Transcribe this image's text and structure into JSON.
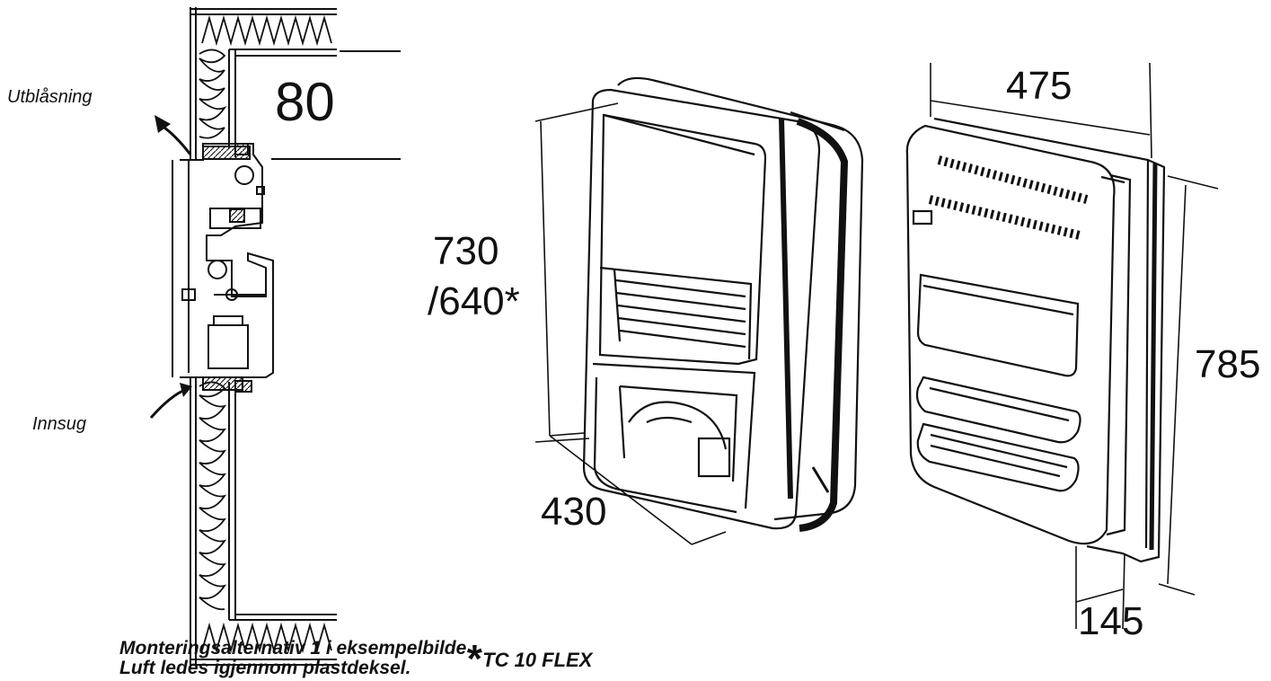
{
  "labels": {
    "outlet": "Utblåsning",
    "inlet": "Innsug",
    "wall_thickness": "80"
  },
  "dimensions": {
    "height": "730",
    "height_alt": "/640*",
    "depth_front": "430",
    "width": "475",
    "height_total": "785",
    "depth": "145"
  },
  "caption": {
    "line1": "Monteringsalternativ 1 i eksempelbilde",
    "line2": "Luft ledes igjennom plastdeksel."
  },
  "footnote": {
    "marker": "*",
    "text": "TC 10 FLEX"
  }
}
